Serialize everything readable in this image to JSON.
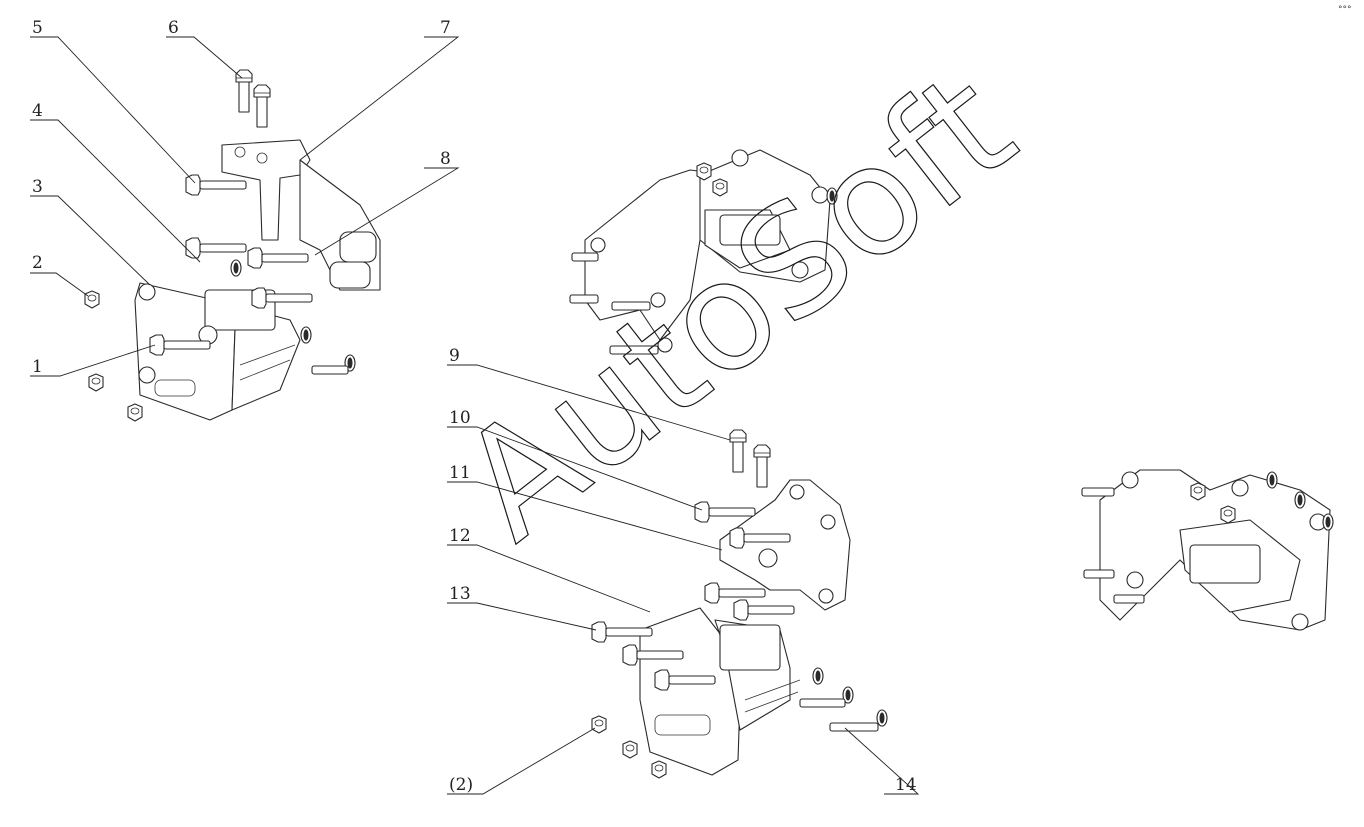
{
  "diagram": {
    "watermark": "AutoSoft",
    "corner_mark": "°°°",
    "callouts": [
      {
        "id": "c1",
        "text": "1"
      },
      {
        "id": "c2",
        "text": "2"
      },
      {
        "id": "c3",
        "text": "3"
      },
      {
        "id": "c4",
        "text": "4"
      },
      {
        "id": "c5",
        "text": "5"
      },
      {
        "id": "c6",
        "text": "6"
      },
      {
        "id": "c7",
        "text": "7"
      },
      {
        "id": "c8",
        "text": "8"
      },
      {
        "id": "c9",
        "text": "9"
      },
      {
        "id": "c10",
        "text": "10"
      },
      {
        "id": "c11",
        "text": "11"
      },
      {
        "id": "c12",
        "text": "12"
      },
      {
        "id": "c13",
        "text": "13"
      },
      {
        "id": "c2b",
        "text": "(2)"
      },
      {
        "id": "c14",
        "text": "14"
      }
    ]
  }
}
